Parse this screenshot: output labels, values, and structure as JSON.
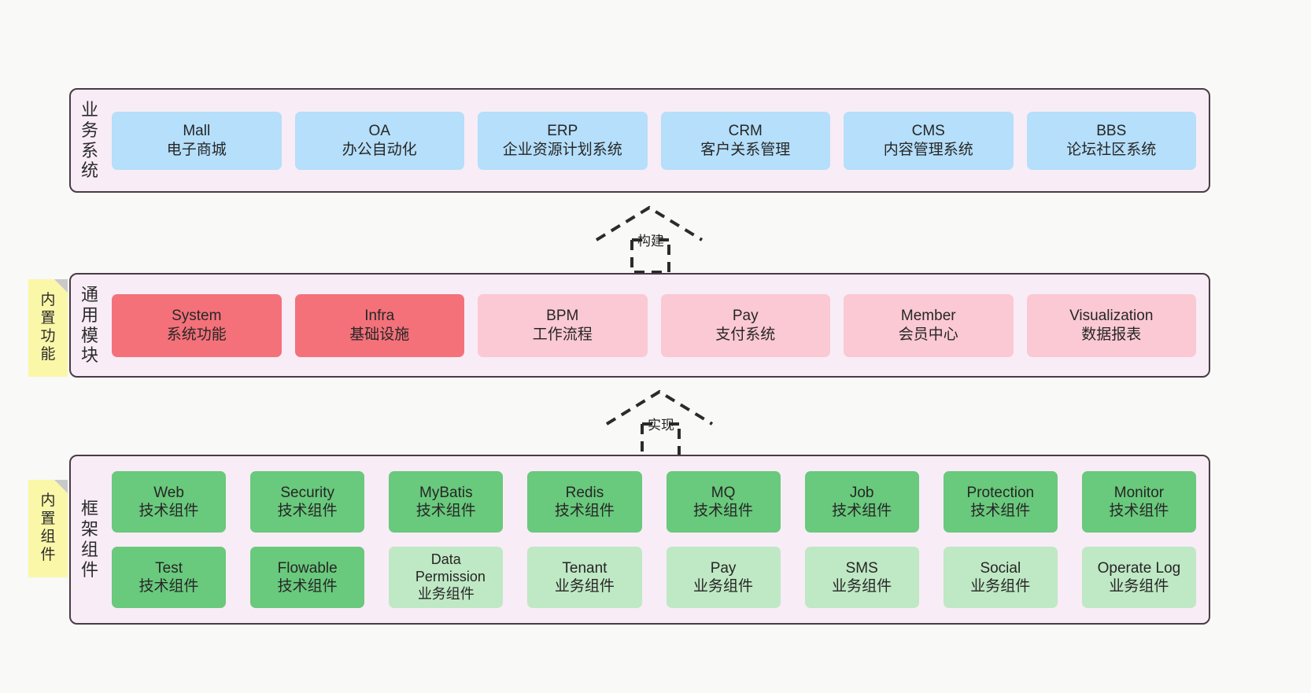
{
  "diagram": {
    "title_hidden": "",
    "colors": {
      "container_bg": "#f8ecf6",
      "container_border": "#4a3b45",
      "blue": "#b5dffa",
      "red": "#f4717a",
      "pink": "#fbc9d3",
      "green": "#69c97c",
      "light_green": "#bfe8c4",
      "note_yellow": "#fbf7a8",
      "page_bg": "#f9f9f8"
    }
  },
  "layers": [
    {
      "id": "business-system",
      "label_chars": [
        "业",
        "务",
        "系",
        "统"
      ],
      "rows": [
        [
          {
            "en": "Mall",
            "cn": "电子商城",
            "color": "blue"
          },
          {
            "en": "OA",
            "cn": "办公自动化",
            "color": "blue"
          },
          {
            "en": "ERP",
            "cn": "企业资源计划系统",
            "color": "blue"
          },
          {
            "en": "CRM",
            "cn": "客户关系管理",
            "color": "blue"
          },
          {
            "en": "CMS",
            "cn": "内容管理系统",
            "color": "blue"
          },
          {
            "en": "BBS",
            "cn": "论坛社区系统",
            "color": "blue"
          }
        ]
      ]
    },
    {
      "id": "common-module",
      "label_chars": [
        "通",
        "用",
        "模",
        "块"
      ],
      "note": {
        "chars": [
          "内",
          "置",
          "功",
          "能"
        ]
      },
      "rows": [
        [
          {
            "en": "System",
            "cn": "系统功能",
            "color": "red"
          },
          {
            "en": "Infra",
            "cn": "基础设施",
            "color": "red"
          },
          {
            "en": "BPM",
            "cn": "工作流程",
            "color": "pink"
          },
          {
            "en": "Pay",
            "cn": "支付系统",
            "color": "pink"
          },
          {
            "en": "Member",
            "cn": "会员中心",
            "color": "pink"
          },
          {
            "en": "Visualization",
            "cn": "数据报表",
            "color": "pink"
          }
        ]
      ]
    },
    {
      "id": "framework-component",
      "label_chars": [
        "框",
        "架",
        "组",
        "件"
      ],
      "note": {
        "chars": [
          "内",
          "置",
          "组",
          "件"
        ]
      },
      "rows": [
        [
          {
            "en": "Web",
            "cn": "技术组件",
            "color": "green"
          },
          {
            "en": "Security",
            "cn": "技术组件",
            "color": "green"
          },
          {
            "en": "MyBatis",
            "cn": "技术组件",
            "color": "green"
          },
          {
            "en": "Redis",
            "cn": "技术组件",
            "color": "green"
          },
          {
            "en": "MQ",
            "cn": "技术组件",
            "color": "green"
          },
          {
            "en": "Job",
            "cn": "技术组件",
            "color": "green"
          },
          {
            "en": "Protection",
            "cn": "技术组件",
            "color": "green"
          },
          {
            "en": "Monitor",
            "cn": "技术组件",
            "color": "green"
          }
        ],
        [
          {
            "en": "Test",
            "cn": "技术组件",
            "color": "green"
          },
          {
            "en": "Flowable",
            "cn": "技术组件",
            "color": "green"
          },
          {
            "en": "Data Permission",
            "cn": "业务组件",
            "color": "light_green"
          },
          {
            "en": "Tenant",
            "cn": "业务组件",
            "color": "light_green"
          },
          {
            "en": "Pay",
            "cn": "业务组件",
            "color": "light_green"
          },
          {
            "en": "SMS",
            "cn": "业务组件",
            "color": "light_green"
          },
          {
            "en": "Social",
            "cn": "业务组件",
            "color": "light_green"
          },
          {
            "en": "Operate Log",
            "cn": "业务组件",
            "color": "light_green"
          }
        ]
      ]
    }
  ],
  "connectors": [
    {
      "id": "build",
      "label": "构建"
    },
    {
      "id": "implement",
      "label": "实现"
    }
  ]
}
